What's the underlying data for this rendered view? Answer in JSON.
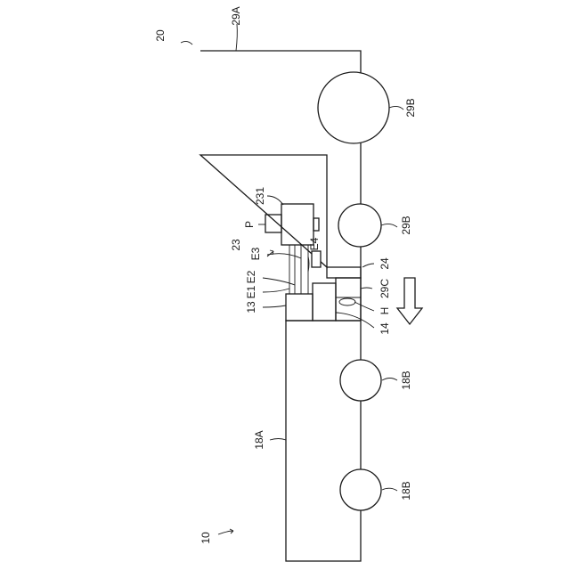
{
  "figure": {
    "labels": {
      "ref_20": "20",
      "ref_29A": "29A",
      "ref_29B_top": "29B",
      "ref_29B_mid": "29B",
      "ref_231": "231",
      "ref_P": "P",
      "ref_23": "23",
      "ref_E3": "E3",
      "ref_E4": "E4",
      "ref_E2": "E2",
      "ref_E1": "E1",
      "ref_13": "13",
      "ref_24": "24",
      "ref_29C": "29C",
      "ref_H": "H",
      "ref_14": "14",
      "ref_18B_top": "18B",
      "ref_18B_bottom": "18B",
      "ref_18A": "18A",
      "ref_10": "10"
    }
  }
}
